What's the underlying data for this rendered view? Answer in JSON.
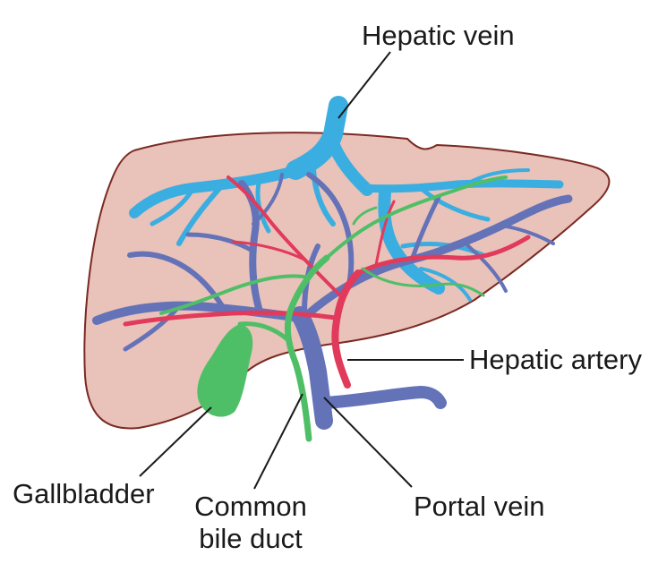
{
  "labels": {
    "hepatic_vein": "Hepatic vein",
    "hepatic_artery": "Hepatic artery",
    "gallbladder": "Gallbladder",
    "common_bile_duct_line1": "Common",
    "common_bile_duct_line2": "bile duct",
    "portal_vein": "Portal vein"
  },
  "colors": {
    "liver_fill": "#e9c2ba",
    "liver_outline": "#7a2a22",
    "hepatic_vein": "#3aaee0",
    "portal_vein": "#6472b8",
    "hepatic_artery": "#e23a5a",
    "bile_duct": "#4fbf67",
    "leader_line": "#1a1a1a"
  }
}
